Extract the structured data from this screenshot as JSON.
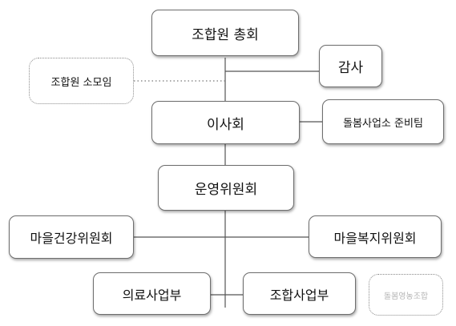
{
  "org": {
    "general_assembly": "조합원 총회",
    "audit": "감사",
    "member_group": "조합원 소모임",
    "board": "이사회",
    "care_prep": "돌봄사업소 준비팀",
    "steering": "운영위원회",
    "health_committee": "마을건강위원회",
    "welfare_committee": "마을복지위원회",
    "medical_dept": "의료사업부",
    "coop_dept": "조합사업부",
    "logo_text": "돌봄영농조합"
  }
}
